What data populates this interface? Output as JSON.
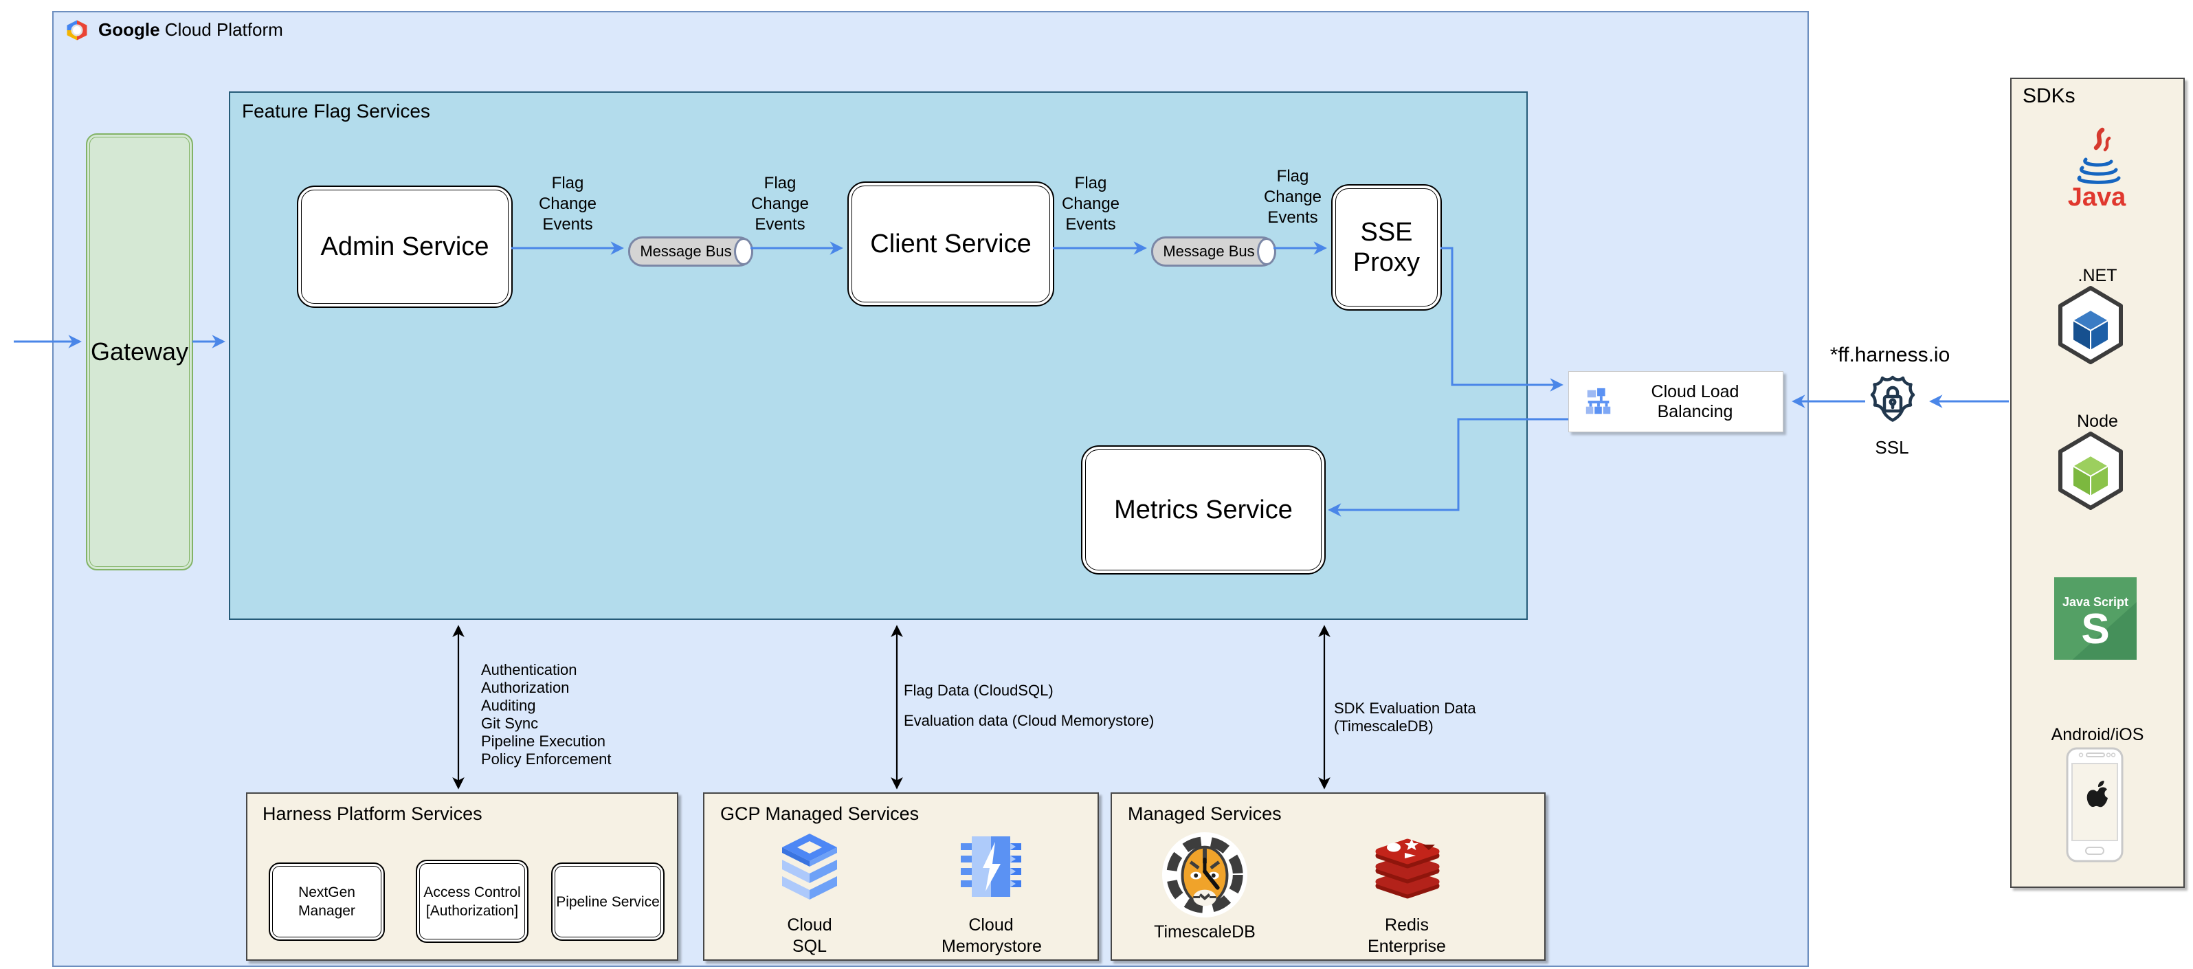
{
  "header": {
    "brand": "Google",
    "product": "Cloud Platform"
  },
  "containers": {
    "feature_flag_services": "Feature Flag Services",
    "sdks": "SDKs",
    "harness_platform": "Harness Platform Services",
    "gcp_managed": "GCP Managed Services",
    "managed": "Managed Services"
  },
  "nodes": {
    "gateway": "Gateway",
    "admin": "Admin Service",
    "client": "Client Service",
    "sse_line1": "SSE",
    "sse_line2": "Proxy",
    "metrics": "Metrics Service",
    "message_bus": "Message Bus",
    "clb": "Cloud Load Balancing",
    "nextgen": "NextGen Manager",
    "access_line1": "Access Control",
    "access_line2": "[Authorization]",
    "pipeline": "Pipeline Service"
  },
  "edge_labels": {
    "flag_change": [
      "Flag",
      "Change",
      "Events"
    ],
    "auth_list": [
      "Authentication",
      "Authorization",
      "Auditing",
      "Git Sync",
      "Pipeline Execution",
      "Policy Enforcement"
    ],
    "flag_data": "Flag Data (CloudSQL)",
    "eval_data": "Evaluation data (Cloud Memorystore)",
    "sdk_eval_line1": "SDK Evaluation Data",
    "sdk_eval_line2": "(TimescaleDB)"
  },
  "external": {
    "domain": "*ff.harness.io",
    "ssl": "SSL"
  },
  "sdk_items": {
    "java_text": "Java",
    "dotnet": ".NET",
    "node": "Node",
    "js_title": "Java Script",
    "js_letter": "S",
    "mobile": "Android/iOS"
  },
  "service_labels": {
    "cloud_sql_line1": "Cloud",
    "cloud_sql_line2": "SQL",
    "memorystore_line1": "Cloud",
    "memorystore_line2": "Memorystore",
    "timescale": "TimescaleDB",
    "redis_line1": "Redis",
    "redis_line2": "Enterprise"
  },
  "colors": {
    "arrow_blue": "#4a86e8",
    "gcp_fill": "#dbe8fb",
    "gcp_border": "#6c8ebf",
    "ffs_fill": "#b3dcec",
    "gateway_fill": "#d5e8d4",
    "gateway_border": "#82b366",
    "panel_fill": "#f6f1e4",
    "msgbus_fill": "#d4d4d4",
    "redis_red": "#b3221a",
    "js_green": "#54a065",
    "node_green": "#8cc63f",
    "dotnet_blue": "#2a6cb0",
    "gcp_icon_blue": "#5b92f3",
    "gcp_icon_light": "#aecbfa",
    "tiger_orange": "#f0a32a"
  }
}
